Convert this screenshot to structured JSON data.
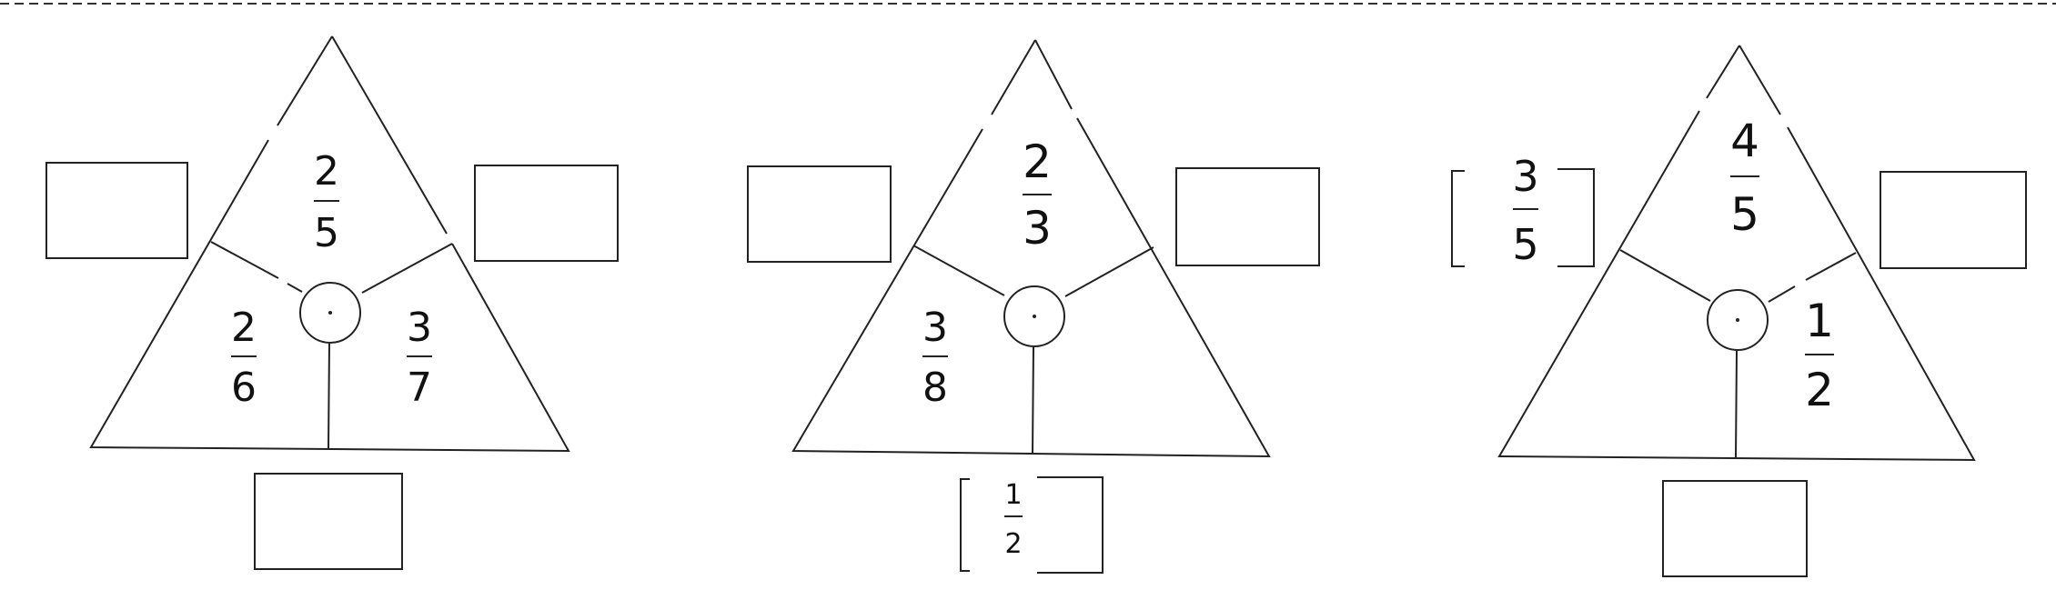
{
  "puzzles": [
    {
      "top": {
        "num": "2",
        "den": "5"
      },
      "left": {
        "num": "2",
        "den": "6"
      },
      "right": {
        "num": "3",
        "den": "7"
      },
      "answers": {
        "left": {
          "num": "",
          "den": ""
        },
        "right": {
          "num": "",
          "den": ""
        },
        "bottom": {
          "num": "",
          "den": ""
        }
      }
    },
    {
      "top": {
        "num": "2",
        "den": "3"
      },
      "left": {
        "num": "3",
        "den": "8"
      },
      "right": {
        "num": "",
        "den": ""
      },
      "answers": {
        "left": {
          "num": "",
          "den": ""
        },
        "right": {
          "num": "",
          "den": ""
        },
        "bottom": {
          "num": "1",
          "den": "2"
        }
      }
    },
    {
      "top": {
        "num": "4",
        "den": "5"
      },
      "left": {
        "num": "",
        "den": ""
      },
      "right": {
        "num": "1",
        "den": "2"
      },
      "answers": {
        "left": {
          "num": "3",
          "den": "5"
        },
        "right": {
          "num": "",
          "den": ""
        },
        "bottom": {
          "num": "",
          "den": ""
        }
      }
    }
  ]
}
